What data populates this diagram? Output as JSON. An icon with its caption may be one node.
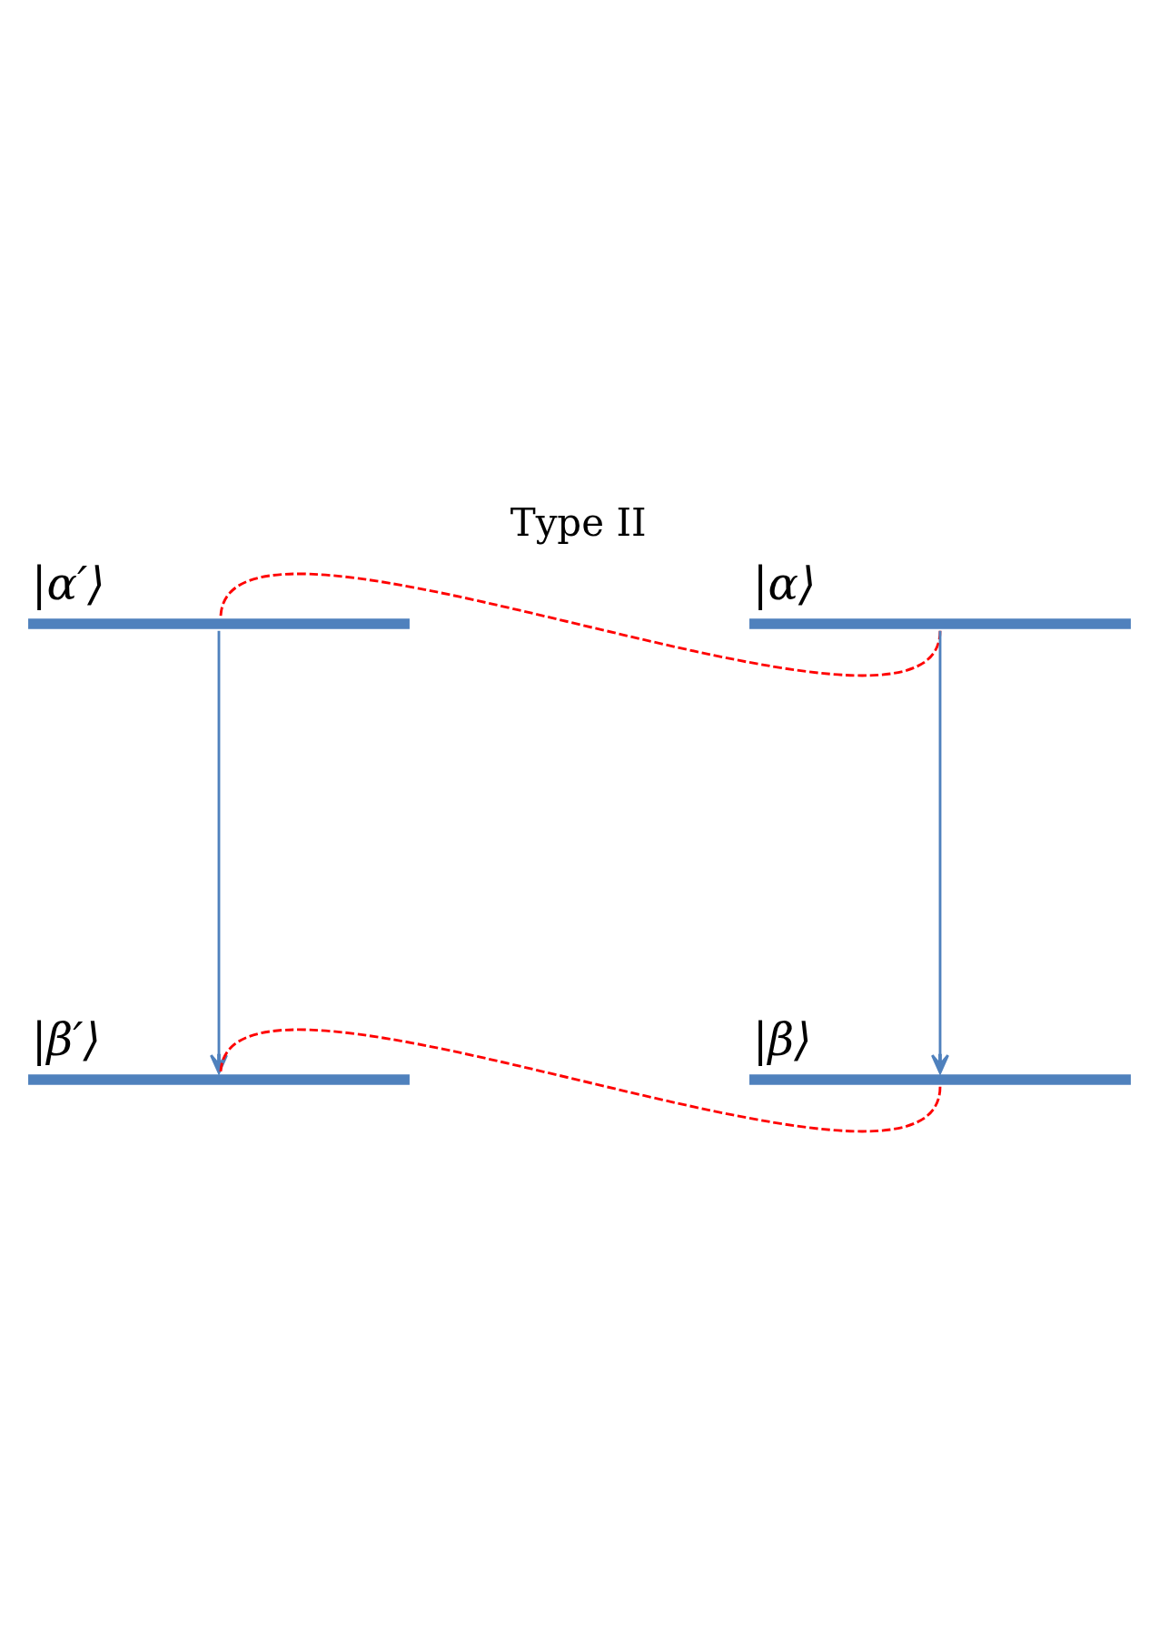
{
  "diagram": {
    "title": "Type II",
    "nodes": [
      {
        "text": [
          "|α′⟩"
        ]
      },
      {
        "text": [
          "|α⟩"
        ]
      },
      {
        "text": [
          "|β′⟩"
        ]
      },
      {
        "text": [
          "|β⟩"
        ]
      }
    ],
    "edges": [
      {
        "from": 1,
        "to": 3,
        "arrow": "to",
        "color": "#4f81bd"
      },
      {
        "from": 0,
        "to": 2,
        "arrow": "to",
        "color": "#4f81bd"
      },
      {
        "from": 1,
        "to": 0,
        "arrow": "none",
        "style": "dashed",
        "color": "#ff0000"
      },
      {
        "from": 3,
        "to": 2,
        "arrow": "none",
        "style": "dashed",
        "color": "#ff0000"
      }
    ]
  }
}
